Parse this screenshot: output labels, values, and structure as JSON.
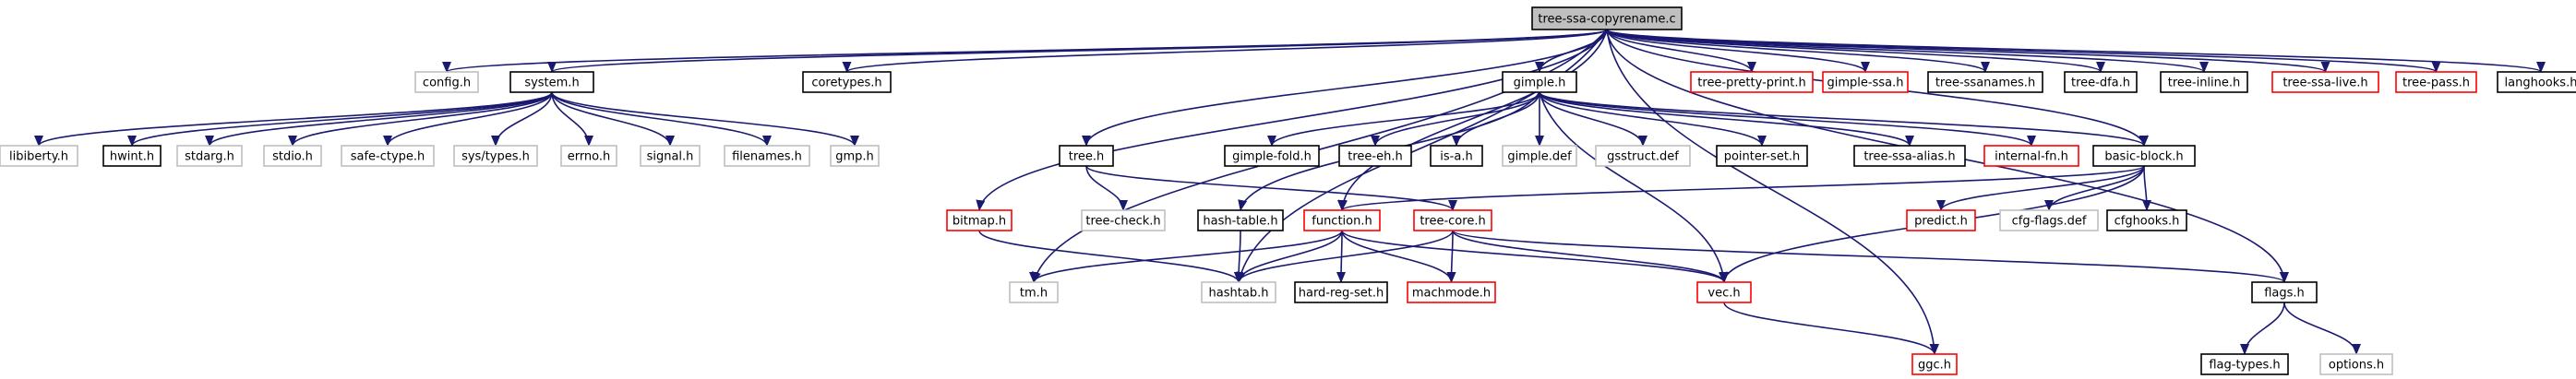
{
  "diagram": {
    "nodes": [
      {
        "id": "root",
        "label": "tree-ssa-copyrename.c",
        "style": "root"
      },
      {
        "id": "config",
        "label": "config.h",
        "style": "gray"
      },
      {
        "id": "system",
        "label": "system.h",
        "style": "black"
      },
      {
        "id": "coretypes",
        "label": "coretypes.h",
        "style": "black"
      },
      {
        "id": "gimple",
        "label": "gimple.h",
        "style": "black"
      },
      {
        "id": "treepp",
        "label": "tree-pretty-print.h",
        "style": "red"
      },
      {
        "id": "gimplessa",
        "label": "gimple-ssa.h",
        "style": "red"
      },
      {
        "id": "treessanames",
        "label": "tree-ssanames.h",
        "style": "black"
      },
      {
        "id": "treedfa",
        "label": "tree-dfa.h",
        "style": "black"
      },
      {
        "id": "treeinline",
        "label": "tree-inline.h",
        "style": "black"
      },
      {
        "id": "treessalive",
        "label": "tree-ssa-live.h",
        "style": "red"
      },
      {
        "id": "treepass",
        "label": "tree-pass.h",
        "style": "red"
      },
      {
        "id": "langhooks",
        "label": "langhooks.h",
        "style": "black"
      },
      {
        "id": "libiberty",
        "label": "libiberty.h",
        "style": "gray"
      },
      {
        "id": "hwint",
        "label": "hwint.h",
        "style": "black"
      },
      {
        "id": "stdarg",
        "label": "stdarg.h",
        "style": "gray"
      },
      {
        "id": "stdio",
        "label": "stdio.h",
        "style": "gray"
      },
      {
        "id": "safectype",
        "label": "safe-ctype.h",
        "style": "gray"
      },
      {
        "id": "systypes",
        "label": "sys/types.h",
        "style": "gray"
      },
      {
        "id": "errno",
        "label": "errno.h",
        "style": "gray"
      },
      {
        "id": "signal",
        "label": "signal.h",
        "style": "gray"
      },
      {
        "id": "filenames",
        "label": "filenames.h",
        "style": "gray"
      },
      {
        "id": "gmp",
        "label": "gmp.h",
        "style": "gray"
      },
      {
        "id": "gimplefold",
        "label": "gimple-fold.h",
        "style": "black"
      },
      {
        "id": "treeeh",
        "label": "tree-eh.h",
        "style": "black"
      },
      {
        "id": "isa",
        "label": "is-a.h",
        "style": "black"
      },
      {
        "id": "gimpledef",
        "label": "gimple.def",
        "style": "gray"
      },
      {
        "id": "gsstruct",
        "label": "gsstruct.def",
        "style": "gray"
      },
      {
        "id": "pointerset",
        "label": "pointer-set.h",
        "style": "black"
      },
      {
        "id": "treessaalias",
        "label": "tree-ssa-alias.h",
        "style": "black"
      },
      {
        "id": "internalfn",
        "label": "internal-fn.h",
        "style": "red"
      },
      {
        "id": "tree",
        "label": "tree.h",
        "style": "black"
      },
      {
        "id": "basicblock",
        "label": "basic-block.h",
        "style": "black"
      },
      {
        "id": "treecheck",
        "label": "tree-check.h",
        "style": "gray"
      },
      {
        "id": "bitmap",
        "label": "bitmap.h",
        "style": "red"
      },
      {
        "id": "hashtable",
        "label": "hash-table.h",
        "style": "black"
      },
      {
        "id": "function",
        "label": "function.h",
        "style": "red"
      },
      {
        "id": "treecore",
        "label": "tree-core.h",
        "style": "red"
      },
      {
        "id": "predict",
        "label": "predict.h",
        "style": "red"
      },
      {
        "id": "cfgflags",
        "label": "cfg-flags.def",
        "style": "gray"
      },
      {
        "id": "cfghooks",
        "label": "cfghooks.h",
        "style": "black"
      },
      {
        "id": "tm",
        "label": "tm.h",
        "style": "gray"
      },
      {
        "id": "hashtab",
        "label": "hashtab.h",
        "style": "gray"
      },
      {
        "id": "hardregset",
        "label": "hard-reg-set.h",
        "style": "black"
      },
      {
        "id": "machmode",
        "label": "machmode.h",
        "style": "red"
      },
      {
        "id": "vec",
        "label": "vec.h",
        "style": "red"
      },
      {
        "id": "flags",
        "label": "flags.h",
        "style": "black"
      },
      {
        "id": "ggc",
        "label": "ggc.h",
        "style": "red"
      },
      {
        "id": "flagtypes",
        "label": "flag-types.h",
        "style": "black"
      },
      {
        "id": "options",
        "label": "options.h",
        "style": "gray"
      }
    ],
    "edges": [
      [
        "root",
        "config"
      ],
      [
        "root",
        "system"
      ],
      [
        "root",
        "coretypes"
      ],
      [
        "root",
        "gimple"
      ],
      [
        "root",
        "treepp"
      ],
      [
        "root",
        "gimplessa"
      ],
      [
        "root",
        "treessanames"
      ],
      [
        "root",
        "treedfa"
      ],
      [
        "root",
        "treeinline"
      ],
      [
        "root",
        "treessalive"
      ],
      [
        "root",
        "treepass"
      ],
      [
        "root",
        "langhooks"
      ],
      [
        "root",
        "tree"
      ],
      [
        "root",
        "bitmap"
      ],
      [
        "root",
        "tm"
      ],
      [
        "root",
        "hashtab"
      ],
      [
        "root",
        "function"
      ],
      [
        "root",
        "basicblock"
      ],
      [
        "root",
        "flags"
      ],
      [
        "root",
        "ggc"
      ],
      [
        "system",
        "libiberty"
      ],
      [
        "system",
        "hwint"
      ],
      [
        "system",
        "stdarg"
      ],
      [
        "system",
        "stdio"
      ],
      [
        "system",
        "safectype"
      ],
      [
        "system",
        "systypes"
      ],
      [
        "system",
        "errno"
      ],
      [
        "system",
        "signal"
      ],
      [
        "system",
        "filenames"
      ],
      [
        "system",
        "gmp"
      ],
      [
        "gimple",
        "gimplefold"
      ],
      [
        "gimple",
        "treeeh"
      ],
      [
        "gimple",
        "isa"
      ],
      [
        "gimple",
        "gimpledef"
      ],
      [
        "gimple",
        "gsstruct"
      ],
      [
        "gimple",
        "pointerset"
      ],
      [
        "gimple",
        "treessaalias"
      ],
      [
        "gimple",
        "internalfn"
      ],
      [
        "gimple",
        "hashtable"
      ],
      [
        "gimple",
        "vec"
      ],
      [
        "gimple",
        "basicblock"
      ],
      [
        "tree",
        "treecheck"
      ],
      [
        "tree",
        "treecore"
      ],
      [
        "bitmap",
        "hashtab"
      ],
      [
        "hashtable",
        "hashtab"
      ],
      [
        "basicblock",
        "predict"
      ],
      [
        "basicblock",
        "cfgflags"
      ],
      [
        "basicblock",
        "cfghooks"
      ],
      [
        "basicblock",
        "function"
      ],
      [
        "basicblock",
        "vec"
      ],
      [
        "function",
        "tm"
      ],
      [
        "function",
        "hashtab"
      ],
      [
        "function",
        "hardregset"
      ],
      [
        "function",
        "machmode"
      ],
      [
        "function",
        "vec"
      ],
      [
        "treecore",
        "hashtab"
      ],
      [
        "treecore",
        "machmode"
      ],
      [
        "treecore",
        "vec"
      ],
      [
        "treecore",
        "flags"
      ],
      [
        "vec",
        "ggc"
      ],
      [
        "flags",
        "flagtypes"
      ],
      [
        "flags",
        "options"
      ]
    ]
  },
  "styles": {
    "root": {
      "fill": "#bfbfbf",
      "stroke": "#000000",
      "text": "#000000"
    },
    "black": {
      "fill": "#ffffff",
      "stroke": "#000000",
      "text": "#000000"
    },
    "red": {
      "fill": "#ffffff",
      "stroke": "#ff0000",
      "text": "#000000"
    },
    "gray": {
      "fill": "#ffffff",
      "stroke": "#bfbfbf",
      "text": "#000000"
    },
    "edge_color": "#191970"
  }
}
